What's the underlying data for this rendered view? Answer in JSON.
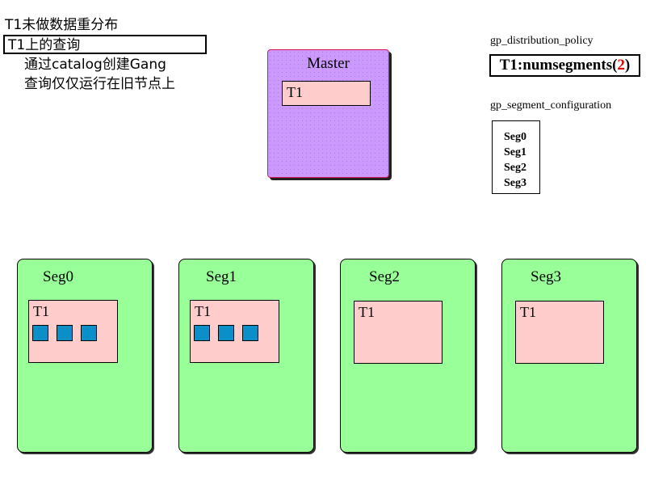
{
  "notes": {
    "line1": "T1未做数据重分布",
    "line2": "T1上的查询",
    "line3": "通过catalog创建Gang",
    "line4": "查询仅仅运行在旧节点上"
  },
  "master": {
    "title": "Master",
    "table": "T1"
  },
  "segments": [
    {
      "title": "Seg0",
      "table": "T1",
      "blocks": 3
    },
    {
      "title": "Seg1",
      "table": "T1",
      "blocks": 3
    },
    {
      "title": "Seg2",
      "table": "T1",
      "blocks": 0
    },
    {
      "title": "Seg3",
      "table": "T1",
      "blocks": 0
    }
  ],
  "policy": {
    "label": "gp_distribution_policy",
    "text_prefix": "T1:numsegments(",
    "text_value": "2",
    "text_suffix": ")"
  },
  "segment_config": {
    "label": "gp_segment_configuration",
    "items": [
      "Seg0",
      "Seg1",
      "Seg2",
      "Seg3"
    ]
  },
  "colors": {
    "master_fill": "#cc99ff",
    "segment_fill": "#99ff99",
    "table_fill": "#ffcccc",
    "block_fill": "#0a8fc8",
    "highlight": "#e00000"
  }
}
